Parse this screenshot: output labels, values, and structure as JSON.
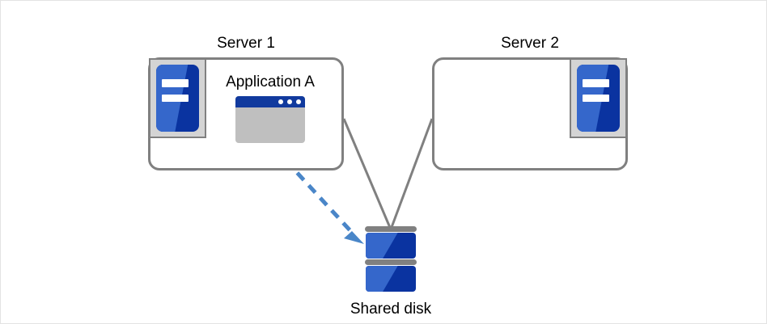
{
  "diagram": {
    "title": "Shared disk cluster diagram",
    "colors": {
      "outline_gray": "#808080",
      "icon_frame_gray": "#d4d4d4",
      "blue_dark": "#0a33a0",
      "blue_light": "#3567cb",
      "titlebar_blue": "#113a9e",
      "window_body_gray": "#bfbfbf",
      "arrow_blue": "#4a86c8",
      "canvas_border": "#e3e3e3"
    },
    "servers": [
      {
        "label": "Server 1",
        "icon_name": "server-icon",
        "icon_position": "top-left",
        "application": {
          "label": "Application A",
          "icon_name": "application-window-icon",
          "titlebar_dots": 3
        }
      },
      {
        "label": "Server 2",
        "icon_name": "server-icon",
        "icon_position": "top-right",
        "application": null
      }
    ],
    "storage": {
      "label": "Shared disk",
      "icon_name": "shared-disk-icon",
      "platters": 2
    },
    "connectors": [
      {
        "name": "server-1-to-disk-link",
        "style": "solid",
        "color": "#808080",
        "from": "Server 1",
        "to": "Shared disk"
      },
      {
        "name": "server-2-to-disk-link",
        "style": "solid",
        "color": "#808080",
        "from": "Server 2",
        "to": "Shared disk"
      },
      {
        "name": "application-a-access-arrow",
        "style": "dashed",
        "color": "#4a86c8",
        "from": "Application A",
        "to": "Shared disk",
        "arrowhead": true
      }
    ]
  }
}
